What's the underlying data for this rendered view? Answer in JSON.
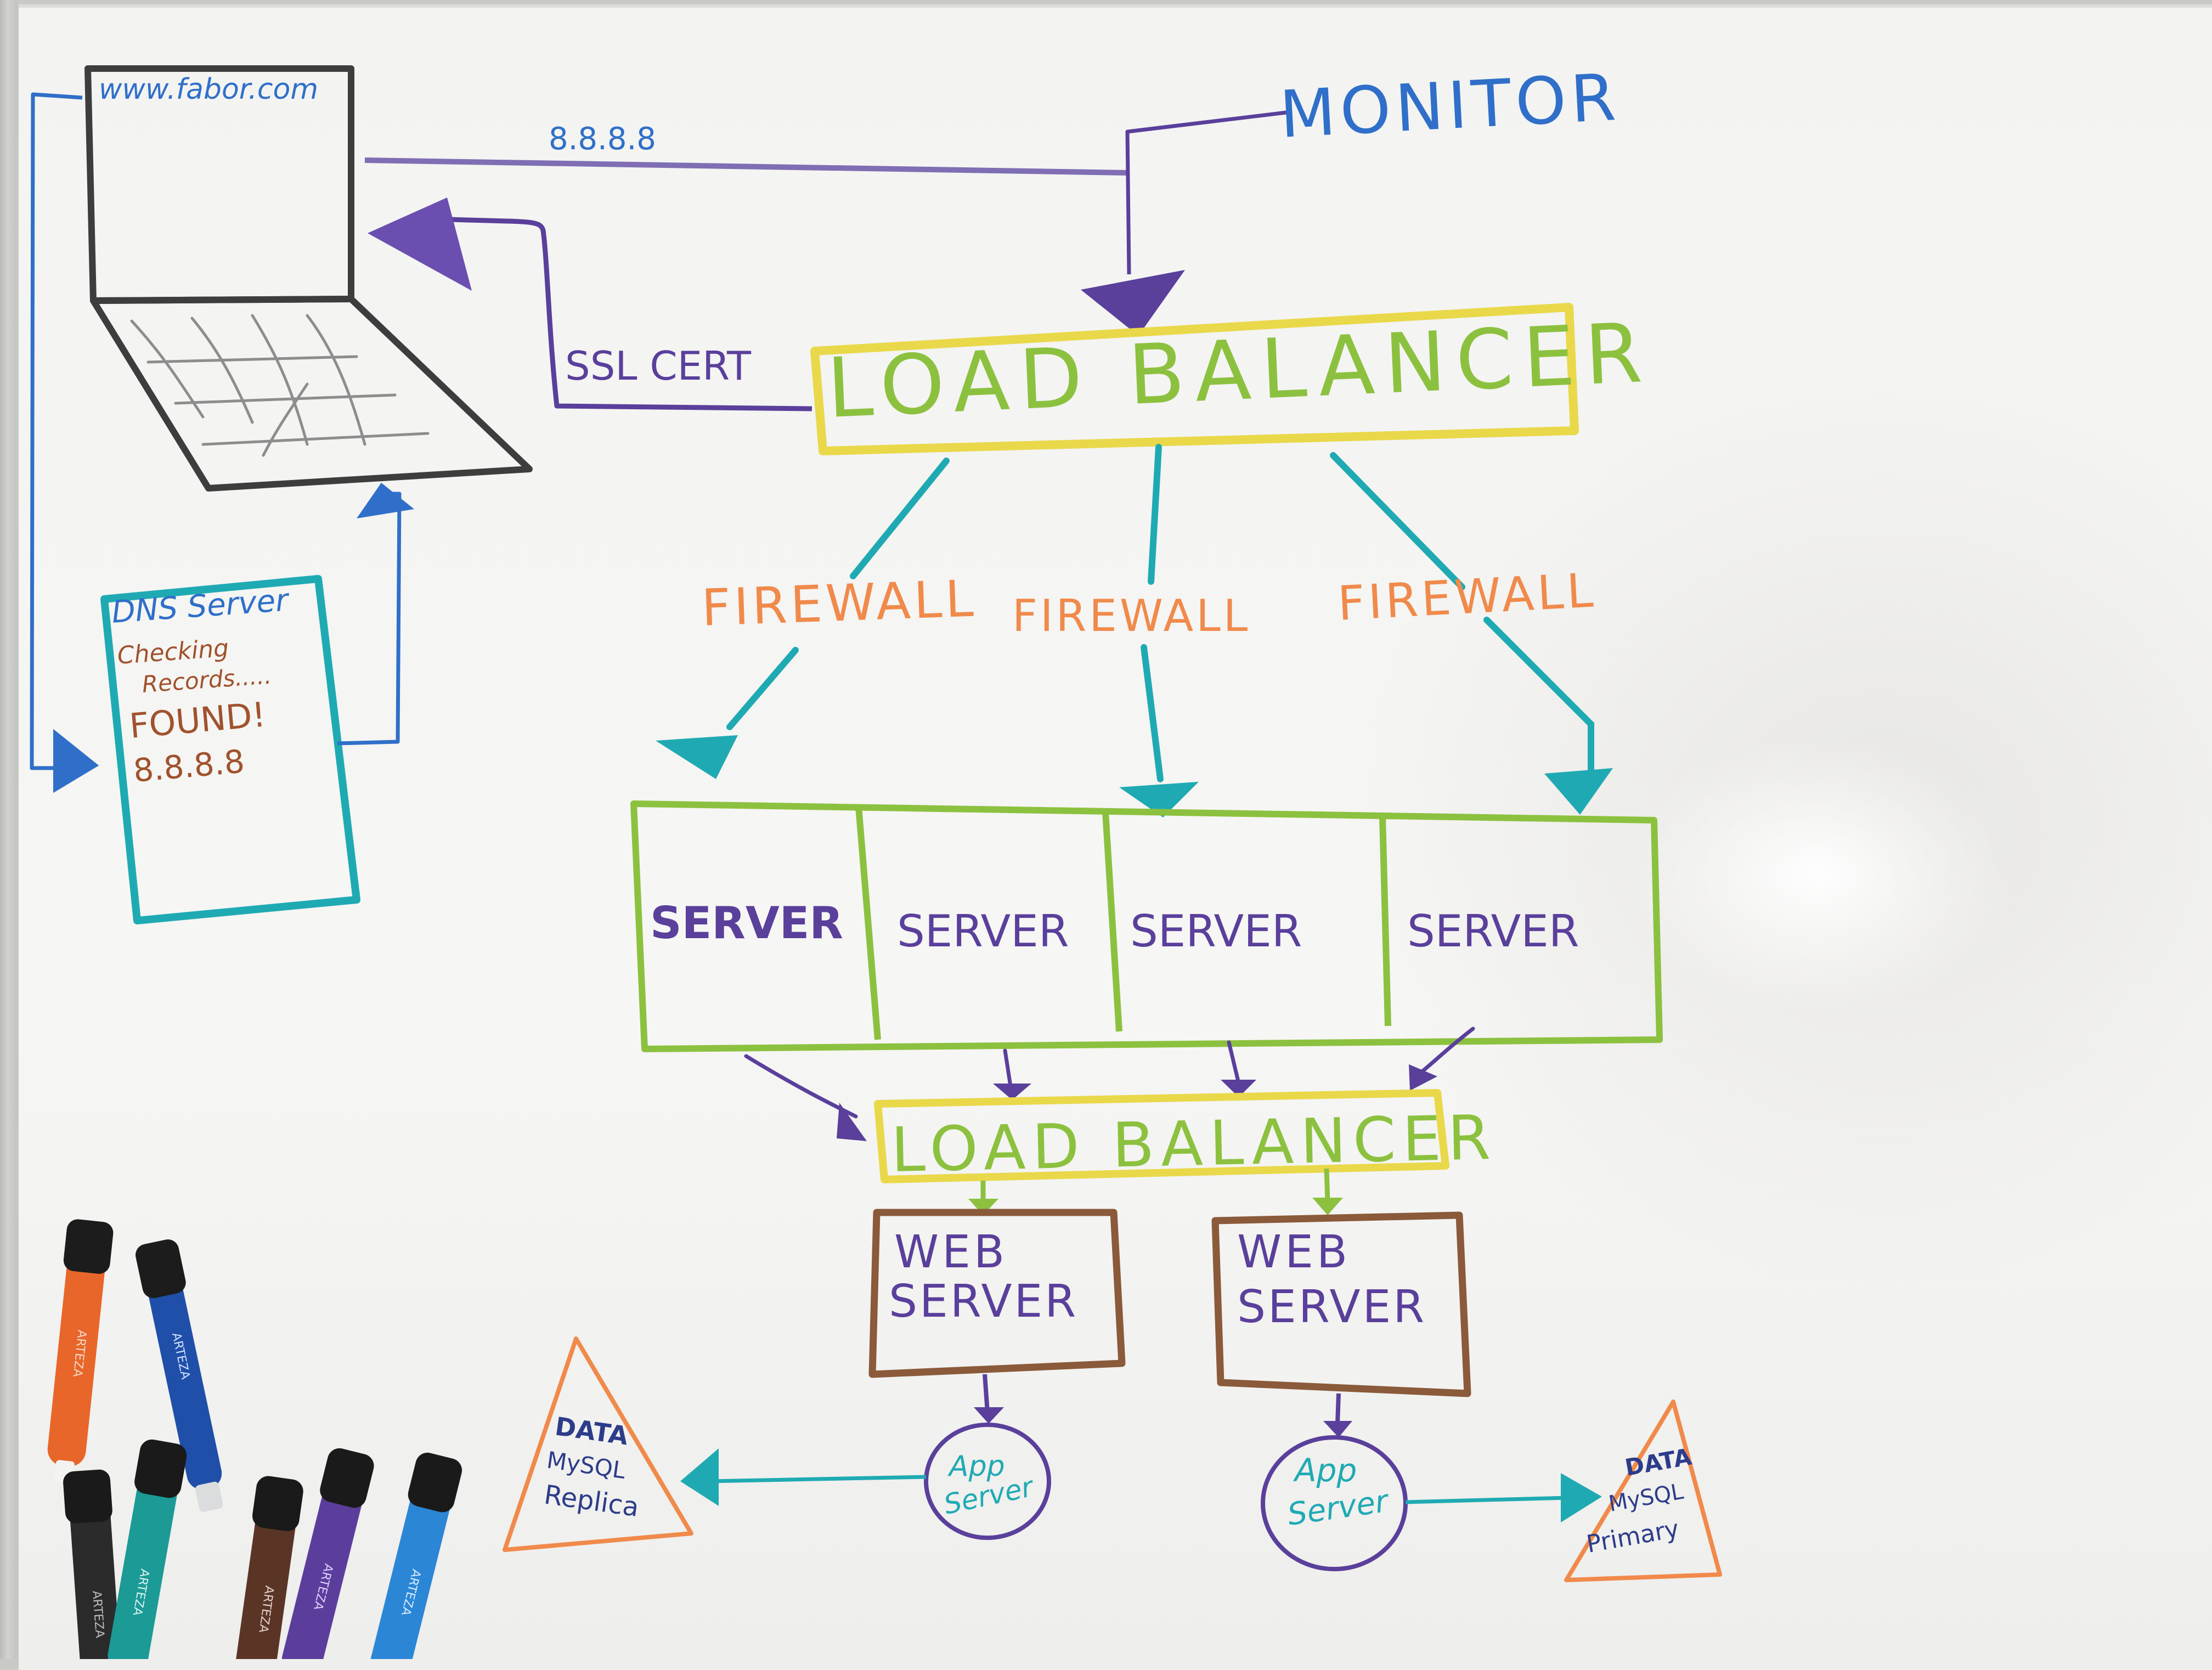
{
  "colors": {
    "blue": "#2f6fc9",
    "purple": "#5a3f9b",
    "green": "#8cc13f",
    "yellow": "#e9d84a",
    "orange": "#f08a4b",
    "teal": "#1faab3",
    "brown": "#8a5a3a",
    "black": "#3a3a3a"
  },
  "labels": {
    "url": "www.fabor.com",
    "ip_top": "8.8.8.8",
    "monitor": "MONITOR",
    "ssl_cert": "SSL CERT",
    "load_balancer_top": "LOAD BALANCER",
    "firewall_left": "FIREWALL",
    "firewall_mid": "FIREWALL",
    "firewall_right": "FIREWALL",
    "load_balancer_bottom": "LOAD BALANCER"
  },
  "dns": {
    "title": "DNS Server",
    "line1": "Checking",
    "line2": "Records.....",
    "line3": "FOUND!",
    "line4": "8.8.8.8"
  },
  "servers": [
    "SERVER",
    "SERVER",
    "SERVER",
    "SERVER"
  ],
  "web_servers": [
    {
      "line1": "WEB",
      "line2": "SERVER"
    },
    {
      "line1": "WEB",
      "line2": "SERVER"
    }
  ],
  "app_servers": [
    {
      "line1": "App",
      "line2": "Server"
    },
    {
      "line1": "App",
      "line2": "Server"
    }
  ],
  "databases": {
    "replica": {
      "line1": "DATA",
      "line2": "MySQL",
      "line3": "Replica"
    },
    "primary": {
      "line1": "DATA",
      "line2": "MySQL",
      "line3": "Primary"
    }
  },
  "markers": [
    {
      "icon": "orange-marker-icon",
      "color": "#e8662a",
      "brand": "ARTEZA"
    },
    {
      "icon": "blue-marker-icon",
      "color": "#1f4fa8",
      "brand": "ARTEZA"
    },
    {
      "icon": "black-marker-icon",
      "color": "#2b2b2b",
      "brand": "ARTEZA"
    },
    {
      "icon": "teal-marker-icon",
      "color": "#1c9a95",
      "brand": "ARTEZA"
    },
    {
      "icon": "brown-marker-icon",
      "color": "#5a3526",
      "brand": "ARTEZA"
    },
    {
      "icon": "purple-marker-icon",
      "color": "#5b3e9c",
      "brand": "ARTEZA"
    },
    {
      "icon": "lightblue-marker-icon",
      "color": "#2c86d6",
      "brand": "ARTEZA"
    }
  ]
}
